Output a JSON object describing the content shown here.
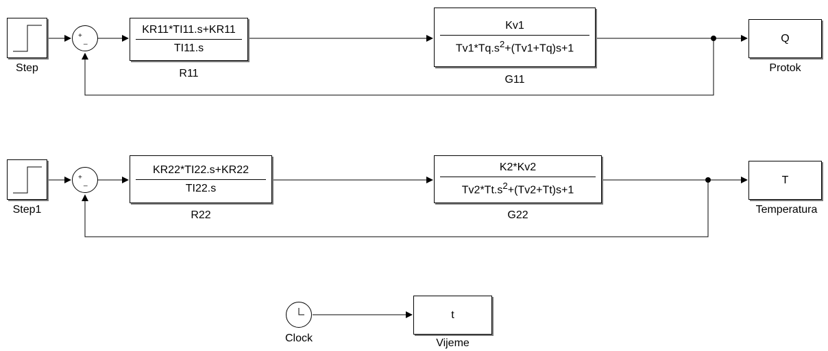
{
  "loop1": {
    "source": {
      "label": "Step"
    },
    "controller": {
      "numerator": "KR11*TI11.s+KR11",
      "denominator": "TI11.s",
      "label": "R11"
    },
    "plant": {
      "numerator": "Kv1",
      "denominator_pre": "Tv1*Tq.s",
      "denominator_exp": "2",
      "denominator_post": "+(Tv1+Tq)s+1",
      "label": "G11"
    },
    "output": {
      "text": "Q",
      "label": "Protok"
    },
    "sum": {
      "plus": "+",
      "minus": "_"
    }
  },
  "loop2": {
    "source": {
      "label": "Step1"
    },
    "controller": {
      "numerator": "KR22*TI22.s+KR22",
      "denominator": "TI22.s",
      "label": "R22"
    },
    "plant": {
      "numerator": "K2*Kv2",
      "denominator_pre": "Tv2*Tt.s",
      "denominator_exp": "2",
      "denominator_post": "+(Tv2+Tt)s+1",
      "label": "G22"
    },
    "output": {
      "text": "T",
      "label": "Temperatura"
    },
    "sum": {
      "plus": "+",
      "minus": "_"
    }
  },
  "clock_row": {
    "source": {
      "label": "Clock"
    },
    "output": {
      "text": "t",
      "label": "Vijeme"
    }
  }
}
